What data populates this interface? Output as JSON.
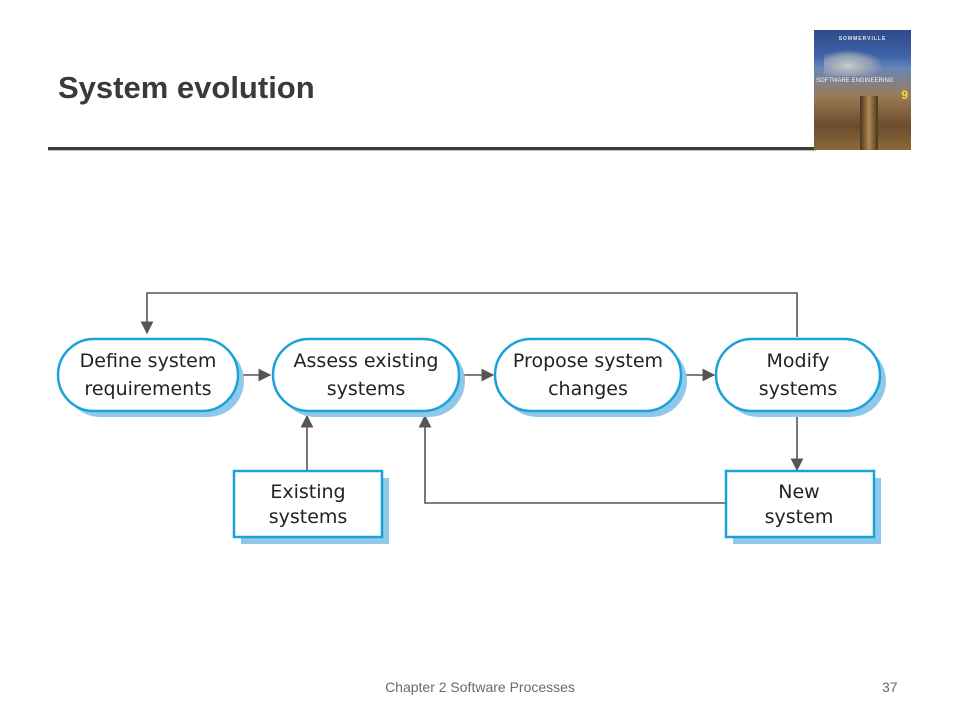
{
  "slide": {
    "title": "System evolution"
  },
  "book_cover": {
    "author": "SOMMERVILLE",
    "title": "SOFTWARE ENGINEERING",
    "edition": "9"
  },
  "diagram": {
    "process_steps": [
      {
        "line1": "Define system",
        "line2": "requirements"
      },
      {
        "line1": "Assess existing",
        "line2": "systems"
      },
      {
        "line1": "Propose system",
        "line2": "changes"
      },
      {
        "line1": "Modify",
        "line2": "systems"
      }
    ],
    "existing_systems": {
      "line1": "Existing",
      "line2": "systems"
    },
    "new_system": {
      "line1": "New",
      "line2": "system"
    },
    "colors": {
      "stroke": "#1aa3d9",
      "shadow": "#8fc8e8",
      "arrow": "#555555"
    }
  },
  "footer": {
    "text": "Chapter 2 Software Processes",
    "page_number": "37"
  }
}
